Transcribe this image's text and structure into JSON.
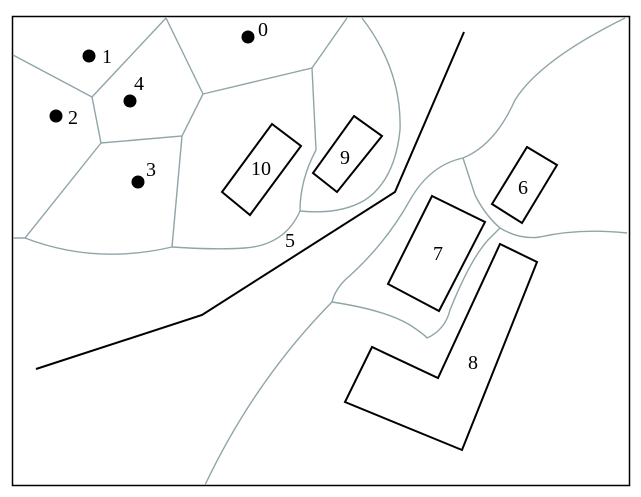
{
  "diagram": {
    "points": [
      {
        "id": "0",
        "label": "0"
      },
      {
        "id": "1",
        "label": "1"
      },
      {
        "id": "2",
        "label": "2"
      },
      {
        "id": "3",
        "label": "3"
      },
      {
        "id": "4",
        "label": "4"
      }
    ],
    "road": {
      "label": "5"
    },
    "buildings": [
      {
        "id": "6",
        "label": "6"
      },
      {
        "id": "7",
        "label": "7"
      },
      {
        "id": "8",
        "label": "8"
      },
      {
        "id": "9",
        "label": "9"
      },
      {
        "id": "10",
        "label": "10"
      }
    ],
    "colors": {
      "cell_edges": "#8fa5a8",
      "objects": "#000000"
    }
  }
}
